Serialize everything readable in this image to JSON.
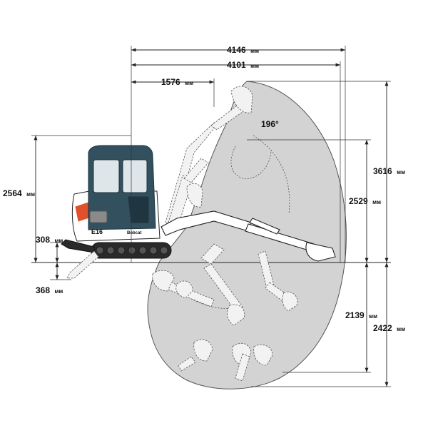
{
  "machine": {
    "brand": "Bobcat",
    "model": "E16",
    "colors": {
      "cab": "#33505e",
      "cab_dark": "#1f3540",
      "glass": "#dfe6ea",
      "accent": "#e0512b",
      "body": "#ffffff",
      "track": "#2a2a2a",
      "envelope": "#d3d3d3"
    }
  },
  "unit": "мм",
  "dimensions": {
    "max_reach_ground": {
      "value": "4146"
    },
    "max_reach": {
      "value": "4101"
    },
    "min_swing_radius": {
      "value": "1576"
    },
    "bucket_rotation": {
      "value": "196°"
    },
    "max_height": {
      "value": "3616"
    },
    "max_dump_height": {
      "value": "2529"
    },
    "machine_height": {
      "value": "2564"
    },
    "blade_lift": {
      "value": "308"
    },
    "blade_depth": {
      "value": "368"
    },
    "vertical_wall_depth": {
      "value": "2139"
    },
    "max_dig_depth": {
      "value": "2422"
    }
  }
}
